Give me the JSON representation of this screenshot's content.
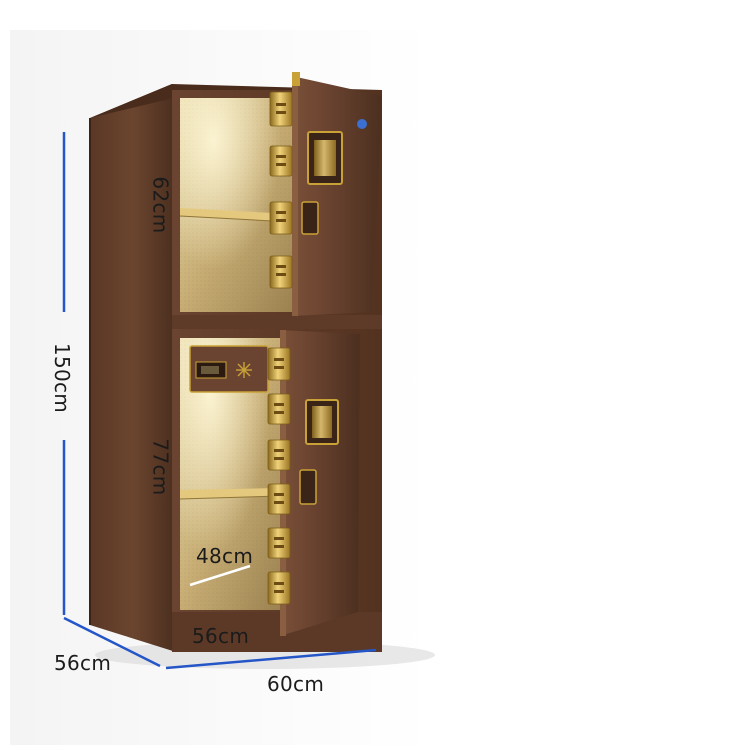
{
  "dimensions": {
    "height_total": "150cm",
    "upper_compartment_height": "62cm",
    "lower_compartment_height": "77cm",
    "inner_depth": "48cm",
    "inner_width": "56cm",
    "outer_depth": "56cm",
    "outer_width": "60cm"
  },
  "colors": {
    "body": "#5b3a26",
    "gold": "#c9a237",
    "interior": "#c9b27a",
    "dimension_line": "#2456c8"
  }
}
